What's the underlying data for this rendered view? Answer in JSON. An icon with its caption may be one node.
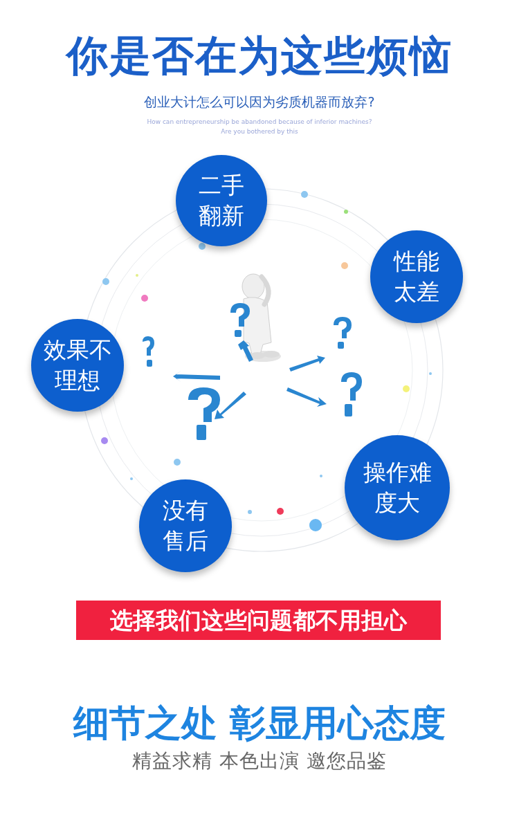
{
  "diagram": {
    "title": "你是否在为这些烦恼",
    "nodes": [
      {
        "text": [
          "二手翻新"
        ]
      },
      {
        "text": [
          "性能太差"
        ]
      },
      {
        "text": [
          "效果不理想"
        ]
      },
      {
        "text": [
          "操作难度大"
        ]
      },
      {
        "text": [
          "没有售后"
        ]
      },
      {
        "text": [
          "选择我们这些问题都不用担心"
        ]
      }
    ],
    "edges": [],
    "labels": [
      "创业大计怎么可以因为劣质机器而放弃?",
      "How can entrepreneurship be abandoned because of inferior machines?",
      "Are you bothered by this",
      "细节之处 彰显用心态度",
      "精益求精 本色出演 邀您品鉴"
    ]
  }
}
